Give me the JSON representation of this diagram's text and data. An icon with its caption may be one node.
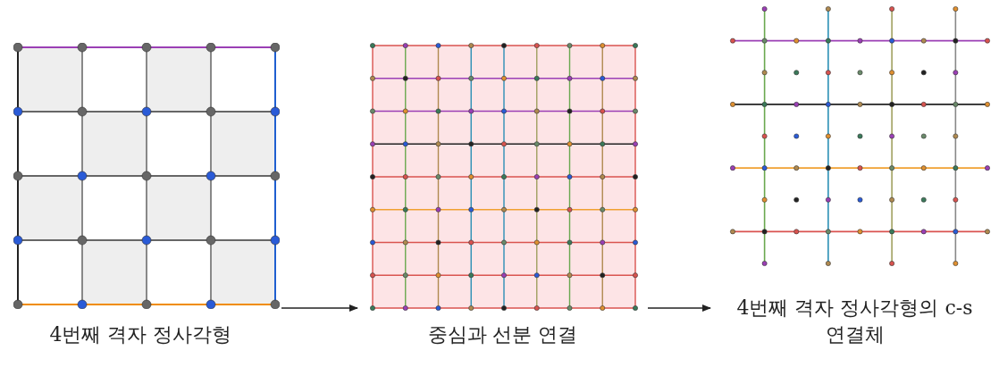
{
  "diagram": {
    "nodes": [
      {
        "text": [
          "4번째 격자 정사각형"
        ]
      },
      {
        "text": [
          "중심과 선분 연결"
        ]
      },
      {
        "text": [
          "4번째 격자 정사각형의 c-s 연결체"
        ]
      }
    ],
    "edges": [
      {
        "from": 0,
        "to": 1,
        "arrow": "to"
      },
      {
        "from": 1,
        "to": 2,
        "arrow": "to"
      }
    ]
  }
}
